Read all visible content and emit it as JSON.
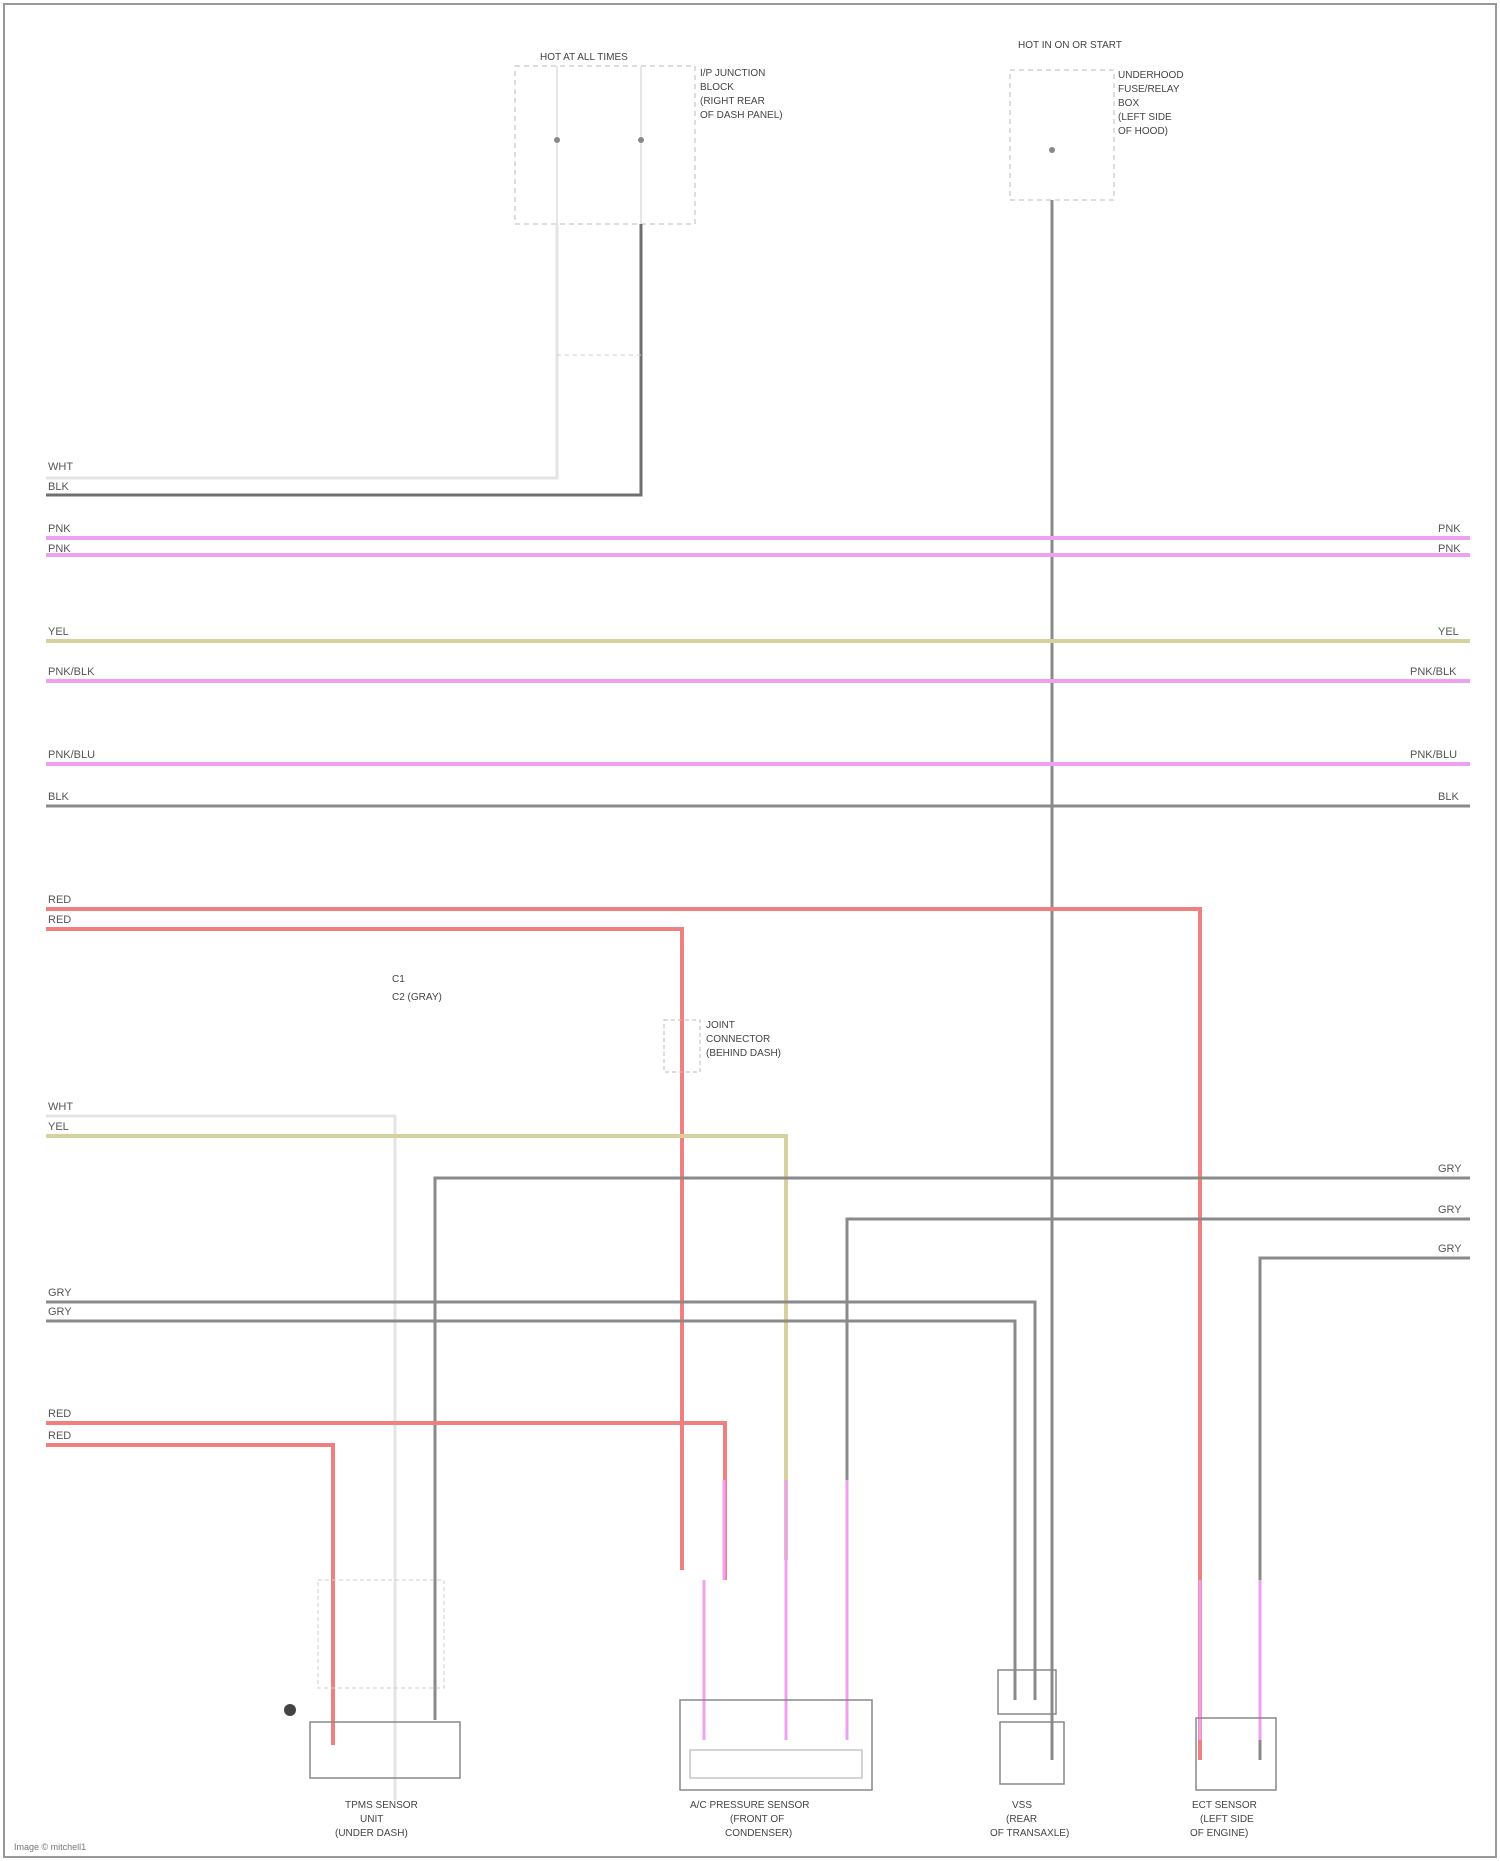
{
  "diagram": {
    "border_color": "#999999",
    "colors": {
      "pink": "#f0a0f0",
      "yellow": "#d6d2a0",
      "gray": "#8a8a8a",
      "red": "#f08080",
      "white_wire": "#e4e4e4",
      "dark": "#6f6f6f"
    },
    "footer": "Image © mitchell1",
    "components": [
      {
        "id": "fuse-relay-top",
        "lines": [
          "I/P JUNCTION",
          "BLOCK",
          "(RIGHT REAR",
          "OF DASH PANEL)"
        ],
        "header": "HOT AT ALL TIMES"
      },
      {
        "id": "junction-right",
        "lines": [
          "UNDERHOOD",
          "FUSE/RELAY",
          "BOX",
          "(LEFT SIDE",
          "OF HOOD)"
        ],
        "header": "HOT IN ON OR START"
      },
      {
        "id": "splice",
        "lines": [
          "JOINT",
          "CONNECTOR",
          "(BEHIND DASH)"
        ]
      },
      {
        "id": "sensor-1",
        "lines": [
          "TPMS SENSOR",
          "UNIT",
          "(UNDER DASH)"
        ]
      },
      {
        "id": "sensor-2",
        "lines": [
          "A/C PRESSURE SENSOR",
          "(FRONT OF",
          "CONDENSER)"
        ]
      },
      {
        "id": "sensor-3",
        "lines": [
          "VSS",
          "(REAR",
          "OF TRANSAXLE)"
        ]
      },
      {
        "id": "sensor-4",
        "lines": [
          "ECT SENSOR",
          "(LEFT SIDE",
          "OF ENGINE)"
        ]
      }
    ],
    "wire_labels": {
      "w1": "WHT",
      "w2": "BLK",
      "w3": "PNK",
      "w4": "PNK",
      "w5": "YEL",
      "w6": "PNK/BLK",
      "w7": "PNK/BLU",
      "w8": "BLK",
      "w9": "RED",
      "w10": "RED",
      "w11": "WHT",
      "w12": "YEL",
      "w13": "GRY",
      "w14": "GRY",
      "w15": "GRY",
      "w16": "GRY",
      "w17": "GRY",
      "w18": "RED",
      "w19": "RED"
    },
    "notes": {
      "n1": "C1",
      "n2": "C2 (GRAY)"
    }
  }
}
